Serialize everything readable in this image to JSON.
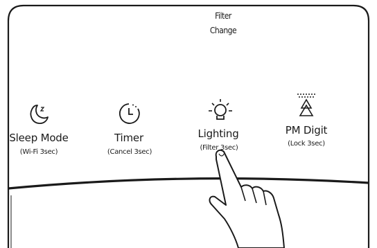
{
  "panel": {
    "filter_label_line1": "Filter",
    "filter_label_line2": "Change"
  },
  "buttons": [
    {
      "id": "sleep",
      "icon": "moon-icon",
      "label": "Sleep Mode",
      "sublabel": "(Wi-Fi 3sec)"
    },
    {
      "id": "timer",
      "icon": "clock-icon",
      "label": "Timer",
      "sublabel": "(Cancel 3sec)"
    },
    {
      "id": "lighting",
      "icon": "light-bulb-icon",
      "label": "Lighting",
      "sublabel": "(Filter 3sec)"
    },
    {
      "id": "pm",
      "icon": "pm-sensor-icon",
      "label": "PM Digit",
      "sublabel": "(Lock 3sec)"
    }
  ],
  "annotation": {
    "pointer": "hand-pointer-icon"
  }
}
